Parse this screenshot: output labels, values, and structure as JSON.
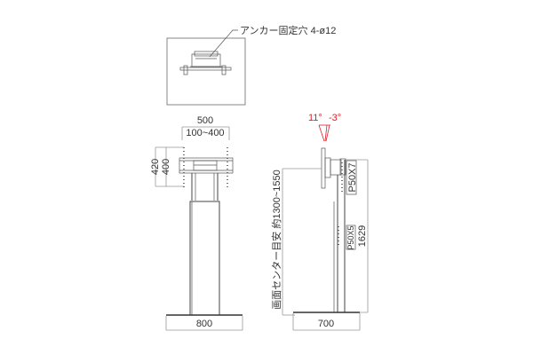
{
  "top_view": {
    "anchor_label": "アンカー固定穴 4-ø12"
  },
  "front_view": {
    "width_outer": "500",
    "width_inner": "100~400",
    "height_outer": "420",
    "height_inner": "400",
    "base_width": "800"
  },
  "side_view": {
    "tilt_up": "11°",
    "tilt_down": "-3°",
    "center_height": "画面センター目安 約1300~1550",
    "pitch_upper": "P50X7",
    "pitch_lower": "P50X5",
    "total_height": "1629",
    "base_depth": "700"
  },
  "colors": {
    "line": "#444444",
    "dimension": "#999999",
    "tilt_accent": "#e0202a"
  }
}
